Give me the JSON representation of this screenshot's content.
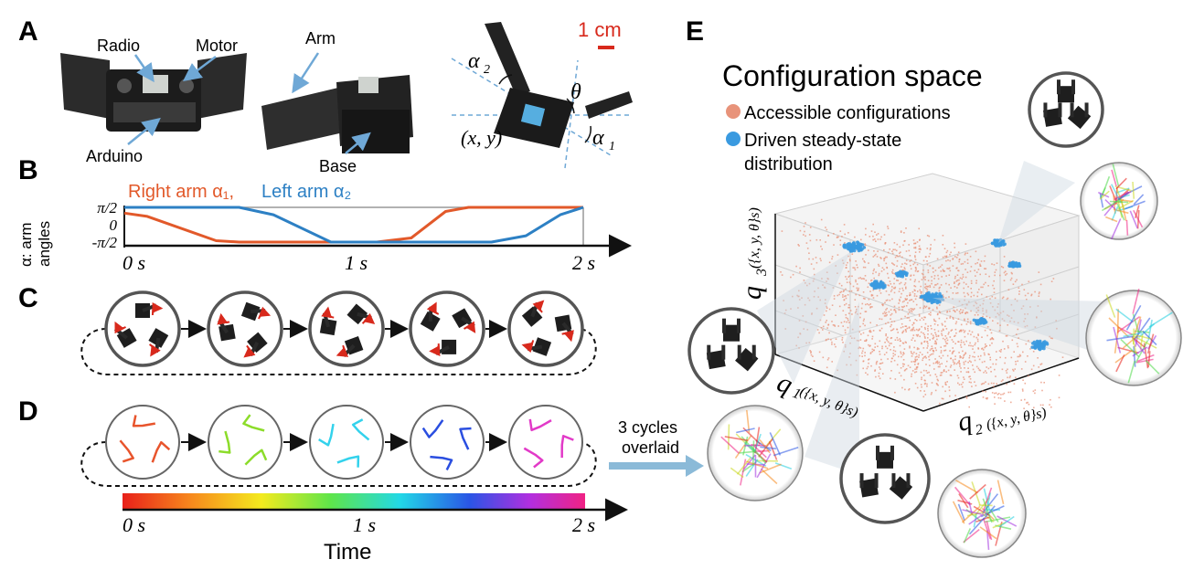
{
  "panels": {
    "a": "A",
    "b": "B",
    "c": "C",
    "d": "D",
    "e": "E"
  },
  "panel_a": {
    "labels": {
      "radio": "Radio",
      "motor": "Motor",
      "arduino": "Arduino",
      "arm": "Arm",
      "base": "Base"
    },
    "scale_bar": "1 cm",
    "math": {
      "alpha2": "α",
      "alpha2_sub": "2",
      "alpha1": "α",
      "alpha1_sub": "1",
      "theta": "θ",
      "position": "(x, y)"
    }
  },
  "panel_b": {
    "legend_right": "Right arm α₁,",
    "legend_left": "Left arm α₂",
    "y_label_line1": "α: arm",
    "y_label_line2": "angles",
    "colors": {
      "right": "#e2592a",
      "left": "#2d80c4"
    }
  },
  "panel_d": {
    "time_label": "Time",
    "overlay_line1": "3 cycles",
    "overlay_line2": "overlaid"
  },
  "panel_e": {
    "title": "Configuration space",
    "legend_accessible": "Accessible configurations",
    "legend_driven_line1": "Driven steady-state",
    "legend_driven_line2": "distribution",
    "axis_q1": "q",
    "axis_q1_sub": "1",
    "axis_q2": "q",
    "axis_q2_sub": "2",
    "axis_q3": "q",
    "axis_q3_sub": "3",
    "axis_arg": "({x, y, θ}s)",
    "colors": {
      "accessible": "#e8937a",
      "driven": "#3a9ae0"
    }
  },
  "chart_data": {
    "type": "line",
    "xlabel": "",
    "ylabel": "α: arm angles",
    "xlim": [
      0,
      2
    ],
    "ylim": [
      -1.5708,
      1.5708
    ],
    "x_tick_labels": [
      "0 s",
      "1 s",
      "2 s"
    ],
    "y_tick_labels": [
      "π/2",
      "0",
      "-π/2"
    ],
    "x": [
      0,
      0.1,
      0.4,
      0.5,
      0.65,
      0.9,
      1.0,
      1.1,
      1.25,
      1.4,
      1.5,
      1.6,
      1.75,
      1.9,
      2.0
    ],
    "series": [
      {
        "name": "Right arm α₁",
        "color": "#e2592a",
        "values": [
          1.05,
          0.75,
          -1.45,
          -1.5708,
          -1.5708,
          -1.5708,
          -1.5708,
          -1.5708,
          -1.2,
          1.2,
          1.5708,
          1.5708,
          1.5708,
          1.5708,
          1.5708
        ]
      },
      {
        "name": "Left arm α₂",
        "color": "#2d80c4",
        "values": [
          1.5708,
          1.5708,
          1.5708,
          1.5708,
          0.9,
          -1.5708,
          -1.5708,
          -1.5708,
          -1.5708,
          -1.5708,
          -1.5708,
          -1.5708,
          -1.0,
          0.9,
          1.5708
        ]
      }
    ]
  }
}
